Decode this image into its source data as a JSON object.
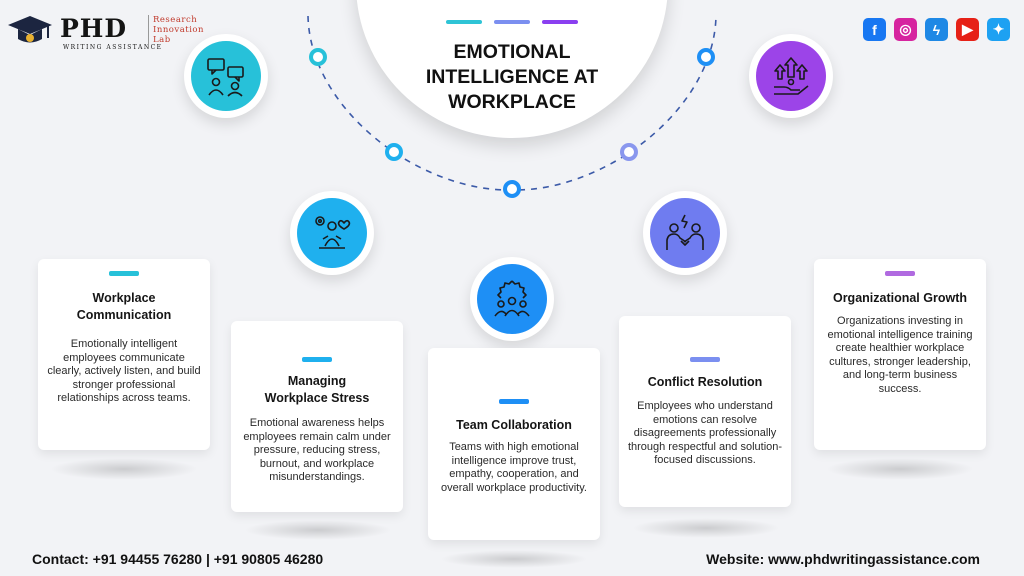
{
  "brand": {
    "name": "PHD",
    "subtitle": "WRITING  ASSISTANCE",
    "tagline": [
      "Research",
      "Innovation",
      "Lab"
    ]
  },
  "social": [
    {
      "name": "facebook",
      "glyph": "f",
      "color": "#1877f2"
    },
    {
      "name": "instagram",
      "glyph": "◎",
      "color": "#d6249f"
    },
    {
      "name": "messenger",
      "glyph": "ϟ",
      "color": "#1e88e5"
    },
    {
      "name": "youtube",
      "glyph": "▶",
      "color": "#e62117"
    },
    {
      "name": "twitter",
      "glyph": "✦",
      "color": "#1da1f2"
    }
  ],
  "title": {
    "lines": [
      "EMOTIONAL",
      "INTELLIGENCE AT",
      "WORKPLACE"
    ],
    "bar_colors": [
      "#2ec4d6",
      "#7b8ff0",
      "#8a3ff0"
    ]
  },
  "icons": [
    {
      "name": "communication-icon",
      "color": "#27c1d9"
    },
    {
      "name": "stress-management-icon",
      "color": "#1fb0ee"
    },
    {
      "name": "team-collaboration-icon",
      "color": "#1e8ff5"
    },
    {
      "name": "conflict-resolution-icon",
      "color": "#6f7cf0"
    },
    {
      "name": "organizational-growth-icon",
      "color": "#9c44e8"
    }
  ],
  "cards": [
    {
      "title": "Workplace Communication",
      "body": "Emotionally intelligent employees communicate clearly, actively listen, and build stronger professional relationships across teams.",
      "bar_color": "#27c1d9"
    },
    {
      "title": "Managing Workplace Stress",
      "body": "Emotional awareness helps employees remain calm under pressure, reducing stress, burnout, and workplace misunderstandings.",
      "bar_color": "#1fb0ee"
    },
    {
      "title": "Team Collaboration",
      "body": "Teams with high emotional intelligence improve trust, empathy, cooperation, and overall workplace productivity.",
      "bar_color": "#1e8ff5"
    },
    {
      "title": "Conflict Resolution",
      "body": "Employees who understand emotions can resolve disagreements professionally through respectful and solution-focused discussions.",
      "bar_color": "#7b8ff0"
    },
    {
      "title": "Organizational Growth",
      "body": "Organizations investing in emotional intelligence training create healthier workplace cultures, stronger leadership, and long-term business success.",
      "bar_color": "#b06ae0"
    }
  ],
  "footer": {
    "contact": "Contact: +91 94455 76280 | +91 90805 46280",
    "website": "Website: www.phdwritingassistance.com"
  }
}
